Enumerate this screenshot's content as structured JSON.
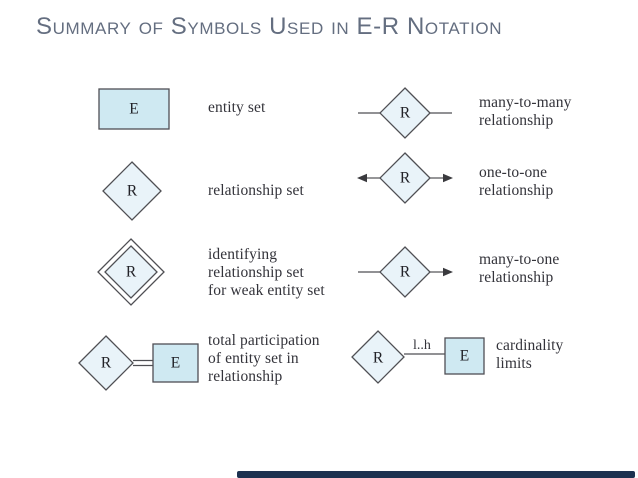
{
  "title": "Summary of Symbols Used in E-R Notation",
  "colors": {
    "entity_fill": "#cfe9f2",
    "diamond_fill": "#e9f3f9",
    "stroke": "#4f4f54",
    "title_text": "#646e80",
    "body_text": "#33333a",
    "footer_bar": "#1c3150",
    "background": "#ffffff"
  },
  "rows_left": [
    {
      "symbol": "entity-rectangle",
      "letter": "E",
      "label": "entity set"
    },
    {
      "symbol": "relationship-diamond",
      "letter": "R",
      "label": "relationship set"
    },
    {
      "symbol": "identifying-relationship-double-diamond",
      "letter": "R",
      "label": "identifying\nrelationship set\nfor weak entity set"
    },
    {
      "symbol": "total-participation",
      "diamond_letter": "R",
      "entity_letter": "E",
      "label": "total participation\nof entity set in\nrelationship"
    }
  ],
  "rows_right": [
    {
      "symbol": "many-to-many-diamond",
      "letter": "R",
      "label": "many-to-many\nrelationship"
    },
    {
      "symbol": "one-to-one-diamond",
      "letter": "R",
      "label": "one-to-one\nrelationship"
    },
    {
      "symbol": "many-to-one-diamond",
      "letter": "R",
      "label": "many-to-one\nrelationship"
    },
    {
      "symbol": "cardinality-limits",
      "diamond_letter": "R",
      "entity_letter": "E",
      "edge_label": "l..h",
      "label": "cardinality\nlimits"
    }
  ]
}
